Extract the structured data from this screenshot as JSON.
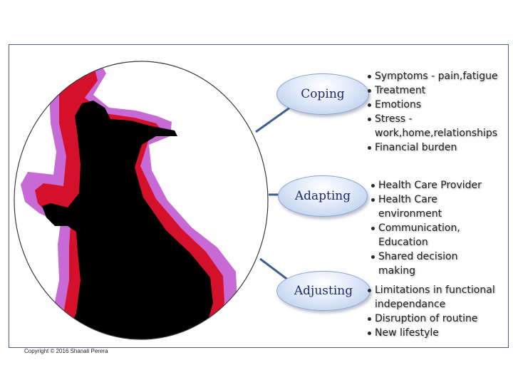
{
  "nodes": [
    {
      "label": "Coping",
      "items": [
        "Symptoms - pain,fatigue",
        "Treatment",
        "Emotions",
        "Stress - work,home,relationships",
        "Financial burden"
      ]
    },
    {
      "label": "Adapting",
      "items": [
        "Health Care Provider",
        "Health Care environment",
        "Communication, Education",
        "Shared decision making"
      ]
    },
    {
      "label": "Adjusting",
      "items": [
        "Limitations in functional independance",
        "Disruption of routine",
        "New lifestyle"
      ]
    }
  ],
  "copyright": "Copyright © 2016 Shanali Perera",
  "colors": {
    "frame_border": "#4a5a8a",
    "connector": "#3d5f92",
    "silhouette": "#000000",
    "glow_red": "#d4102a",
    "glow_purple": "#c86ad6",
    "oval_text": "#1e2a6a"
  }
}
